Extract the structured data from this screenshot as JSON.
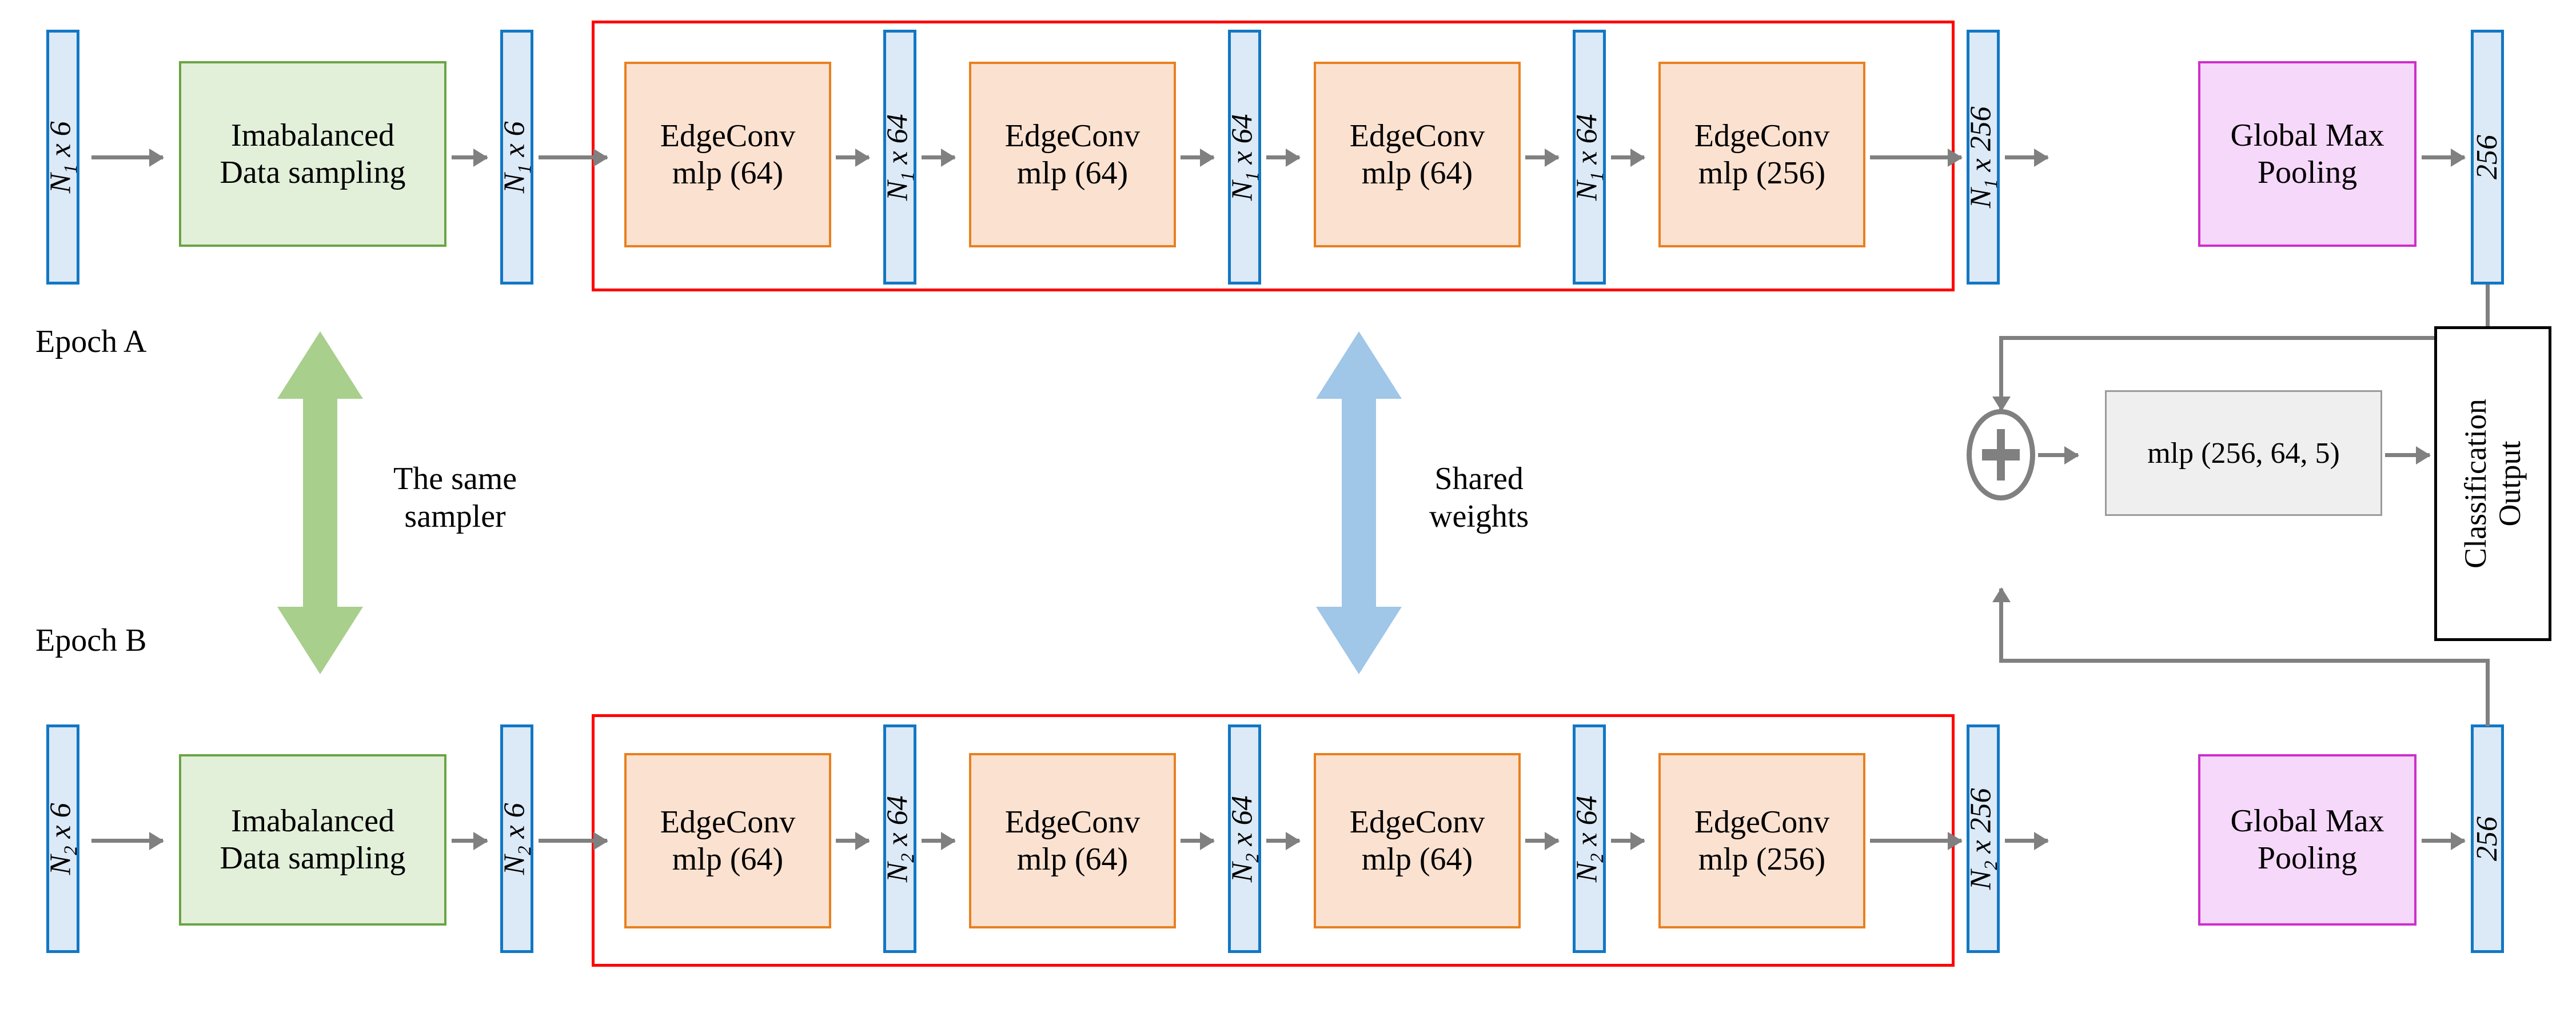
{
  "diagram": {
    "title": "Two-epoch shared-weight EdgeConv point-cloud classification network",
    "colors": {
      "tensor_fill": "#dce9f7",
      "tensor_stroke": "#1277c4",
      "sampling_fill": "#e2efd9",
      "sampling_stroke": "#6aa544",
      "edgeconv_fill": "#fbe1d0",
      "edgeconv_stroke": "#e8801f",
      "pooling_fill": "#f6d8fa",
      "pooling_stroke": "#cf2ecb",
      "mlp_fill": "#efefef",
      "mlp_stroke": "#9b9b9b",
      "shared_frame": "#ff0000",
      "arrow": "#808080",
      "sampler_arrow": "#a8cf8c",
      "weights_arrow": "#a0c6e8",
      "output_stroke": "#000000"
    },
    "epoch_labels": {
      "top": "Epoch A",
      "bottom": "Epoch B"
    },
    "annotations": {
      "same_sampler": "The same\nsampler",
      "shared_weights": "Shared\nweights"
    },
    "branches": [
      {
        "id": "epoch-a",
        "input_tensor": "N₁ x 6",
        "sampling_block": "Imabalanced\nData sampling",
        "sampled_tensor": "N₁ x 6",
        "blocks": [
          {
            "label": "EdgeConv\nmlp (64)",
            "out_tensor": "N₁ x 64"
          },
          {
            "label": "EdgeConv\nmlp (64)",
            "out_tensor": "N₁ x 64"
          },
          {
            "label": "EdgeConv\nmlp (64)",
            "out_tensor": "N₁ x 64"
          },
          {
            "label": "EdgeConv\nmlp (256)",
            "out_tensor": "N₁ x 256"
          }
        ],
        "pooling_block": "Global Max\nPooling",
        "feature_tensor": "256"
      },
      {
        "id": "epoch-b",
        "input_tensor": "N₂ x 6",
        "sampling_block": "Imabalanced\nData sampling",
        "sampled_tensor": "N₂ x 6",
        "blocks": [
          {
            "label": "EdgeConv\nmlp (64)",
            "out_tensor": "N₂ x 64"
          },
          {
            "label": "EdgeConv\nmlp (64)",
            "out_tensor": "N₂ x 64"
          },
          {
            "label": "EdgeConv\nmlp (64)",
            "out_tensor": "N₂ x 64"
          },
          {
            "label": "EdgeConv\nmlp (256)",
            "out_tensor": "N₂ x 256"
          }
        ],
        "pooling_block": "Global Max\nPooling",
        "feature_tensor": "256"
      }
    ],
    "head": {
      "sum_node": "+",
      "mlp_block": "mlp (256, 64, 5)",
      "output_block": "Classification\nOutput"
    }
  }
}
